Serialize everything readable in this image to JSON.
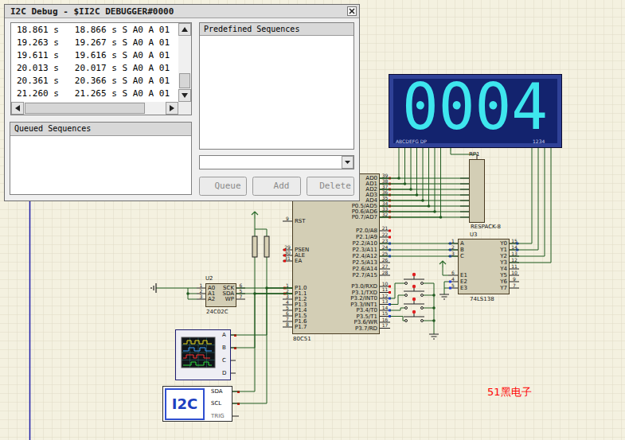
{
  "diagram": {
    "nodes": [
      {
        "text": [
          "I2C Debug - $II2C DEBUGGER#0000"
        ]
      },
      {
        "text": [
          "18.861 s   18.866 s S A0 A 01",
          "19.263 s   19.267 s S A0 A 01",
          "19.611 s   19.616 s S A0 A 01",
          "20.013 s   20.017 s S A0 A 01",
          "20.361 s   20.366 s S A0 A 01",
          "21.260 s   21.265 s S A0 A 01"
        ],
        "in": 0
      },
      {
        "text": [
          "Predefined Sequences"
        ],
        "in": 0
      },
      {
        "text": [
          "Queued Sequences"
        ],
        "in": 0
      },
      {
        "text": [
          "Queue"
        ],
        "in": 0
      },
      {
        "text": [
          "Add"
        ],
        "in": 0
      },
      {
        "text": [
          "Delete"
        ],
        "in": 0
      },
      {
        "text": [
          "0004",
          "ABCDEFG DP",
          "1234"
        ]
      },
      {
        "text": [
          "RP1",
          "RESPACK-8"
        ]
      },
      {
        "text": [
          "U3",
          "74LS138"
        ]
      },
      {
        "text": [
          "80C51"
        ]
      },
      {
        "text": [
          "U2",
          "24C02C"
        ]
      },
      {
        "text": [
          "A",
          "B",
          "C",
          "D"
        ]
      },
      {
        "text": [
          "I2C",
          "SDA",
          "SCL",
          "TRIG"
        ]
      }
    ],
    "edges": [
      {
        "from": 11,
        "to": 10,
        "arrow": "none"
      },
      {
        "from": 11,
        "to": 10,
        "arrow": "none"
      },
      {
        "from": 10,
        "to": 9,
        "arrow": "none"
      },
      {
        "from": 10,
        "to": 9,
        "arrow": "none"
      },
      {
        "from": 10,
        "to": 9,
        "arrow": "none"
      },
      {
        "from": 10,
        "to": 8,
        "arrow": "none"
      },
      {
        "from": 10,
        "to": 8,
        "arrow": "none"
      },
      {
        "from": 10,
        "to": 8,
        "arrow": "none"
      },
      {
        "from": 10,
        "to": 8,
        "arrow": "none"
      },
      {
        "from": 10,
        "to": 8,
        "arrow": "none"
      },
      {
        "from": 10,
        "to": 8,
        "arrow": "none"
      },
      {
        "from": 10,
        "to": 8,
        "arrow": "none"
      },
      {
        "from": 10,
        "to": 8,
        "arrow": "none"
      },
      {
        "from": 10,
        "to": 7,
        "arrow": "none"
      },
      {
        "from": 10,
        "to": 7,
        "arrow": "none"
      },
      {
        "from": 10,
        "to": 7,
        "arrow": "none"
      },
      {
        "from": 10,
        "to": 7,
        "arrow": "none"
      },
      {
        "from": 10,
        "to": 7,
        "arrow": "none"
      },
      {
        "from": 10,
        "to": 7,
        "arrow": "none"
      },
      {
        "from": 10,
        "to": 7,
        "arrow": "none"
      },
      {
        "from": 10,
        "to": 7,
        "arrow": "none"
      },
      {
        "from": 9,
        "to": 7,
        "arrow": "none"
      },
      {
        "from": 9,
        "to": 7,
        "arrow": "none"
      },
      {
        "from": 9,
        "to": 7,
        "arrow": "none"
      },
      {
        "from": 9,
        "to": 7,
        "arrow": "none"
      },
      {
        "from": 12,
        "to": 10,
        "arrow": "none"
      },
      {
        "from": 12,
        "to": 10,
        "arrow": "none"
      },
      {
        "from": 13,
        "to": 10,
        "arrow": "none"
      },
      {
        "from": 13,
        "to": 10,
        "arrow": "none"
      }
    ],
    "labels": [
      "AD0",
      "AD1",
      "AD2",
      "AD3",
      "AD4",
      "P0.5/AD5",
      "P0.6/AD6",
      "P0.7/AD7",
      "P2.0/A8",
      "P2.1/A9",
      "P2.2/A10",
      "P2.3/A11",
      "P2.4/A12",
      "P2.5/A13",
      "P2.6/A14",
      "P2.7/A15",
      "P3.0/RXD",
      "P3.1/TXD",
      "P3.2/INT0",
      "P3.3/INT1",
      "P3.4/T0",
      "P3.5/T1",
      "P3.6/WR",
      "P3.7/RD",
      "39",
      "38",
      "37",
      "36",
      "35",
      "34",
      "33",
      "32",
      "21",
      "22",
      "23",
      "24",
      "25",
      "26",
      "27",
      "28",
      "10",
      "11",
      "12",
      "13",
      "14",
      "15",
      "16",
      "17",
      "RST",
      "PSEN",
      "ALE",
      "EA",
      "P1.0",
      "P1.1",
      "P1.2",
      "P1.3",
      "P1.4",
      "P1.5",
      "P1.6",
      "P1.7",
      "9",
      "29",
      "30",
      "31",
      "1",
      "2",
      "3",
      "4",
      "5",
      "6",
      "7",
      "8",
      "A",
      "B",
      "C",
      "E1",
      "E2",
      "E3",
      "Y0",
      "Y1",
      "Y2",
      "Y3",
      "Y4",
      "Y5",
      "Y6",
      "Y7",
      "1",
      "2",
      "3",
      "6",
      "4",
      "5",
      "15",
      "14",
      "13",
      "12",
      "11",
      "10",
      "9",
      "7",
      "A0",
      "A1",
      "A2",
      "SCK",
      "SDA",
      "WP",
      "1",
      "2",
      "3",
      "6",
      "5",
      "7",
      "51黑电子"
    ]
  }
}
